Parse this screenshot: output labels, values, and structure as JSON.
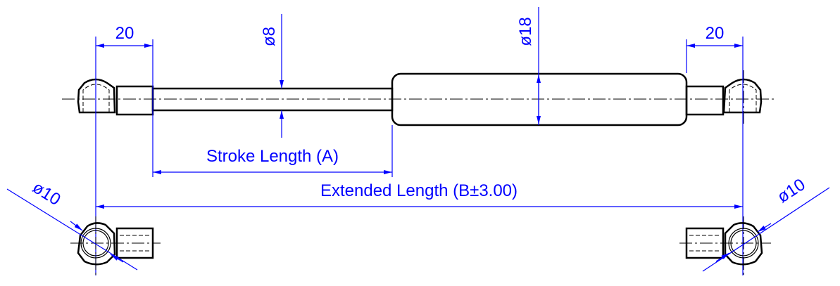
{
  "dimensions": {
    "left_end_length": "20",
    "right_end_length": "20",
    "rod_diameter": "ø8",
    "body_diameter": "ø18",
    "stroke_length": "Stroke Length (A)",
    "extended_length": "Extended Length (B±3.00)",
    "left_eye_diameter": "ø10",
    "right_eye_diameter": "ø10"
  },
  "colors": {
    "dimension": "#0000ff",
    "outline": "#000000"
  }
}
